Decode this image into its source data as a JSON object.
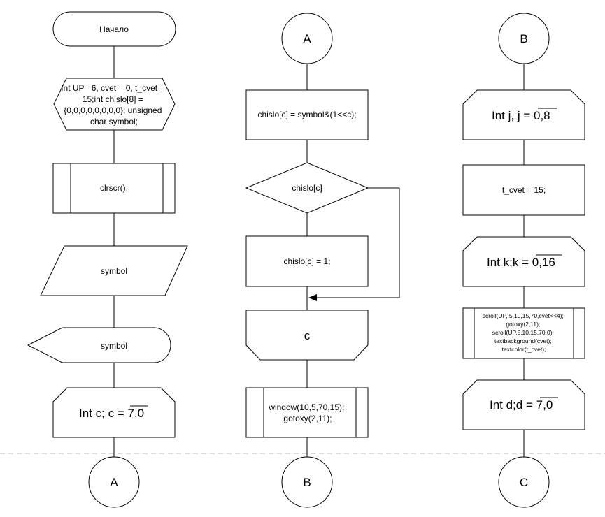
{
  "col1": {
    "start": "Начало",
    "init": [
      "Int UP =6, cvet = 0, t_cvet =",
      "15;int chislo[8] =",
      "{0,0,0,0,0,0,0,0}; unsigned",
      "char symbol;"
    ],
    "clrscr": "clrscr();",
    "input": "symbol",
    "display": "symbol",
    "loop_prefix": "Int c; c = ",
    "loop_range": "7,0",
    "connector": "A"
  },
  "col2": {
    "connector_top": "A",
    "assign": "chislo[c] = symbol&(1<<c);",
    "decision": "chislo[c]",
    "set": "chislo[c] = 1;",
    "loop_end": "c",
    "window": [
      "window(10,5,70,15);",
      "gotoxy(2,11);"
    ],
    "connector_bottom": "B"
  },
  "col3": {
    "connector_top": "B",
    "loop_j_prefix": "Int j, j = ",
    "loop_j_range": "0,8",
    "tcvet": "t_cvet = 15;",
    "loop_k_prefix": "Int k;k = ",
    "loop_k_range": "0,16",
    "scroll": [
      "scroll(UP, 5,10,15,70,cvet<<4);",
      "gotoxy(2,11);",
      "scroll(UP,5,10,15,70,0);",
      "textbackground(cvet);",
      "textcolor(t_cvet);"
    ],
    "loop_d_prefix": "Int d;d = ",
    "loop_d_range": "7,0",
    "connector_bottom": "C"
  }
}
